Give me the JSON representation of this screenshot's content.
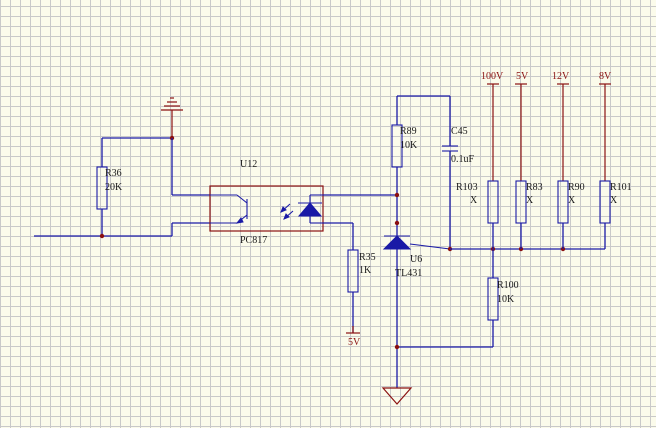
{
  "components": {
    "r36": {
      "ref": "R36",
      "value": "20K"
    },
    "r89": {
      "ref": "R89",
      "value": "10K"
    },
    "c45": {
      "ref": "C45",
      "value": "0.1uF"
    },
    "u12": {
      "ref": "U12",
      "value": "PC817"
    },
    "r35": {
      "ref": "R35",
      "value": "1K"
    },
    "u6": {
      "ref": "U6",
      "value": "TL431"
    },
    "r103": {
      "ref": "R103",
      "value": "X"
    },
    "r83": {
      "ref": "R83",
      "value": "X"
    },
    "r90": {
      "ref": "R90",
      "value": "X"
    },
    "r101": {
      "ref": "R101",
      "value": "X"
    },
    "r100": {
      "ref": "R100",
      "value": "10K"
    }
  },
  "power_ports": {
    "v100": "100V",
    "v5": "5V",
    "v12": "12V",
    "v8": "8V",
    "r35_supply": "5V"
  },
  "colors": {
    "background": "#fbfbeb",
    "grid": "#c9c9c9",
    "wire": "#1a1aa6",
    "power": "#8a1010",
    "junction": "#8a1010"
  }
}
